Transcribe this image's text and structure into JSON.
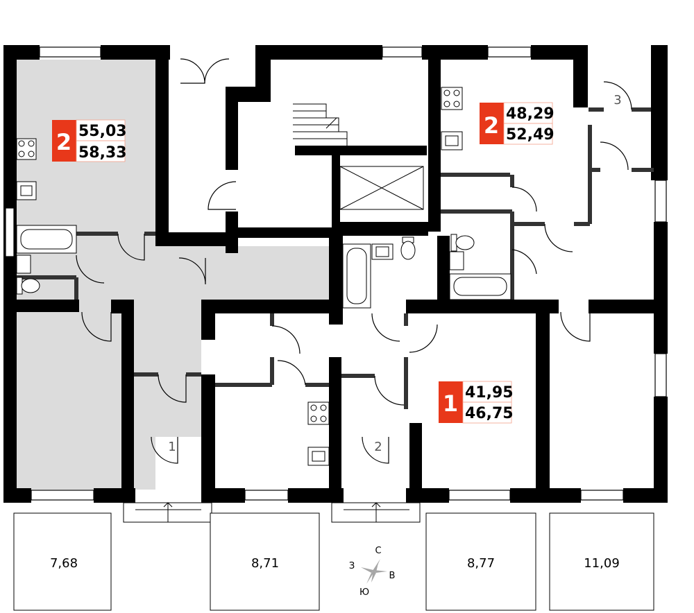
{
  "apartments": [
    {
      "rooms": "2",
      "area_living": "55,03",
      "area_total": "58,33"
    },
    {
      "rooms": "2",
      "area_living": "48,29",
      "area_total": "52,49"
    },
    {
      "rooms": "1",
      "area_living": "41,95",
      "area_total": "46,75"
    }
  ],
  "entrances": [
    "1",
    "2",
    "3"
  ],
  "terraces": [
    "7,68",
    "8,71",
    "8,77",
    "11,09"
  ],
  "compass": {
    "north": "С",
    "east": "В",
    "south": "Ю",
    "west": "З"
  },
  "colors": {
    "badge": "#e8381a",
    "highlight_fill": "#dcdcdc",
    "wall": "#000000",
    "partition": "#333333",
    "compass": "#a6a6a6"
  }
}
